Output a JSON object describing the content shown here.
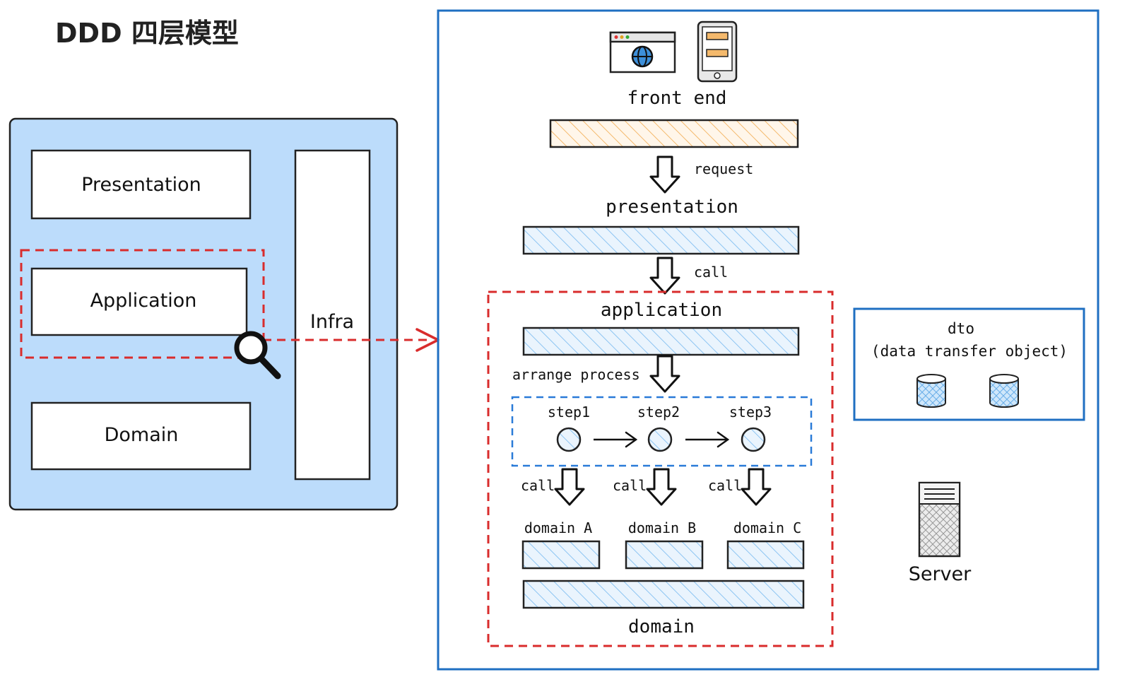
{
  "title": "DDD 四层模型",
  "left_panel": {
    "presentation": "Presentation",
    "application": "Application",
    "domain": "Domain",
    "infra": "Infra"
  },
  "right_panel": {
    "front_end": "front end",
    "request": "request",
    "presentation": "presentation",
    "call_presentation": "call",
    "application": "application",
    "arrange_process": "arrange process",
    "steps": [
      "step1",
      "step2",
      "step3"
    ],
    "calls": [
      "call",
      "call",
      "call"
    ],
    "domains": [
      "domain A",
      "domain B",
      "domain C"
    ],
    "domain": "domain",
    "dto_title": "dto",
    "dto_subtitle": "(data transfer object)",
    "server": "Server"
  },
  "colors": {
    "panel_fill": "#bcdcfb",
    "accent_red": "#d92c2c",
    "border_blue": "#1f6fc2",
    "hatch_blue": "#8cc4f2",
    "hatch_orange": "#f4b96c",
    "dashed_blue": "#2a7bd8"
  },
  "icons": [
    "browser-globe-icon",
    "mobile-phone-icon",
    "database-icon",
    "server-icon",
    "magnifier-icon",
    "arrow-down-icon",
    "arrow-right-icon"
  ]
}
